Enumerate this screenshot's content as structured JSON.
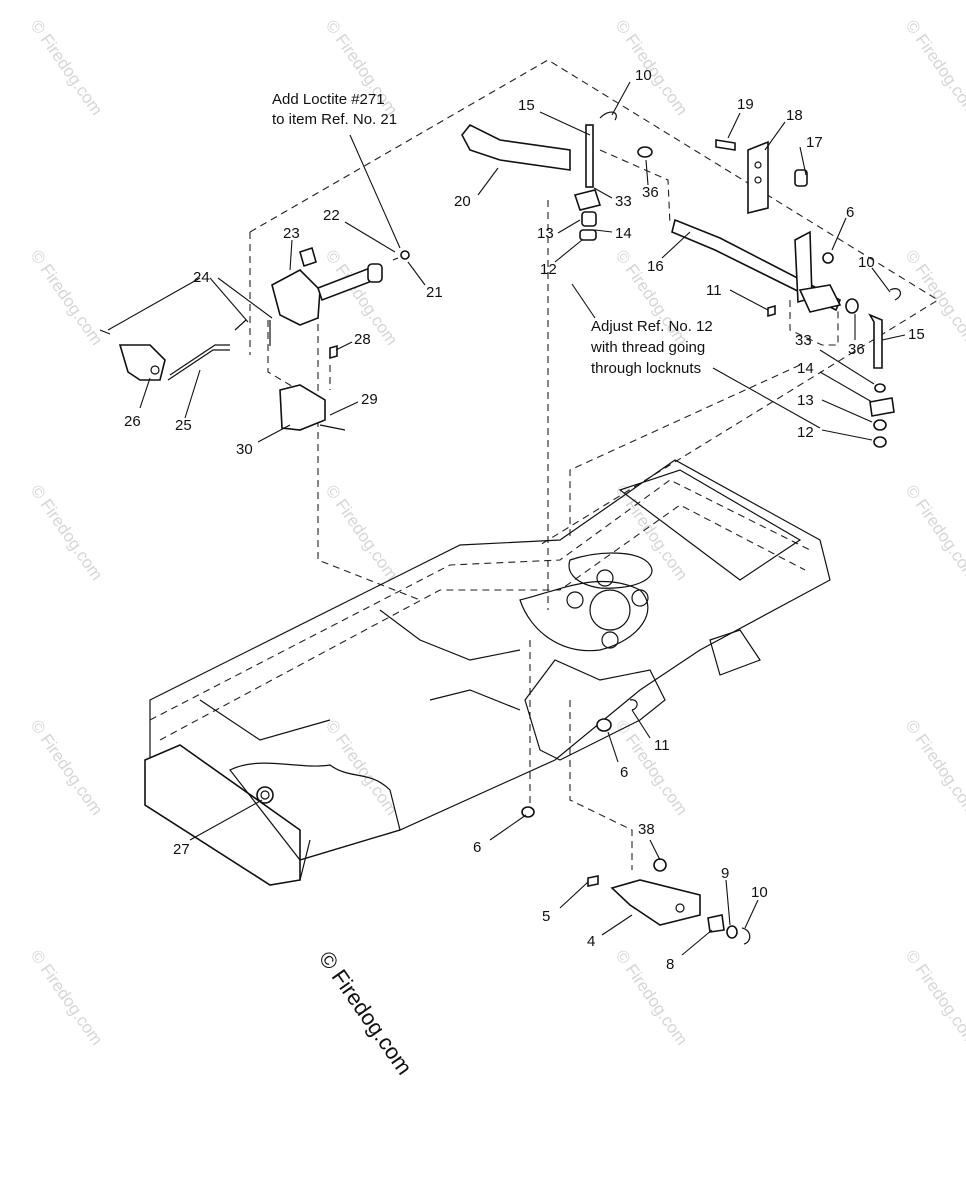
{
  "notes": {
    "loctite": [
      "Add Loctite #271",
      "to item Ref. No. 21"
    ],
    "adjust": [
      "Adjust Ref. No. 12",
      "with thread going",
      "through locknuts"
    ]
  },
  "watermark": {
    "main": "© Firedog.com",
    "repeat": "© Firedog.com"
  },
  "callouts": [
    {
      "id": "c10a",
      "label": "10"
    },
    {
      "id": "c15a",
      "label": "15"
    },
    {
      "id": "c19",
      "label": "19"
    },
    {
      "id": "c18",
      "label": "18"
    },
    {
      "id": "c17",
      "label": "17"
    },
    {
      "id": "c20",
      "label": "20"
    },
    {
      "id": "c33a",
      "label": "33"
    },
    {
      "id": "c36a",
      "label": "36"
    },
    {
      "id": "c13a",
      "label": "13"
    },
    {
      "id": "c14a",
      "label": "14"
    },
    {
      "id": "c12a",
      "label": "12"
    },
    {
      "id": "c16",
      "label": "16"
    },
    {
      "id": "c6a",
      "label": "6"
    },
    {
      "id": "c10b",
      "label": "10"
    },
    {
      "id": "c11a",
      "label": "11"
    },
    {
      "id": "c15b",
      "label": "15"
    },
    {
      "id": "c36b",
      "label": "36"
    },
    {
      "id": "c33b",
      "label": "33"
    },
    {
      "id": "c14b",
      "label": "14"
    },
    {
      "id": "c13b",
      "label": "13"
    },
    {
      "id": "c12b",
      "label": "12"
    },
    {
      "id": "c22",
      "label": "22"
    },
    {
      "id": "c23",
      "label": "23"
    },
    {
      "id": "c21",
      "label": "21"
    },
    {
      "id": "c24",
      "label": "24"
    },
    {
      "id": "c28",
      "label": "28"
    },
    {
      "id": "c29",
      "label": "29"
    },
    {
      "id": "c26",
      "label": "26"
    },
    {
      "id": "c25",
      "label": "25"
    },
    {
      "id": "c30",
      "label": "30"
    },
    {
      "id": "c11b",
      "label": "11"
    },
    {
      "id": "c6b",
      "label": "6"
    },
    {
      "id": "c27",
      "label": "27"
    },
    {
      "id": "c6c",
      "label": "6"
    },
    {
      "id": "c38",
      "label": "38"
    },
    {
      "id": "c9",
      "label": "9"
    },
    {
      "id": "c10c",
      "label": "10"
    },
    {
      "id": "c5",
      "label": "5"
    },
    {
      "id": "c4",
      "label": "4"
    },
    {
      "id": "c8",
      "label": "8"
    }
  ]
}
